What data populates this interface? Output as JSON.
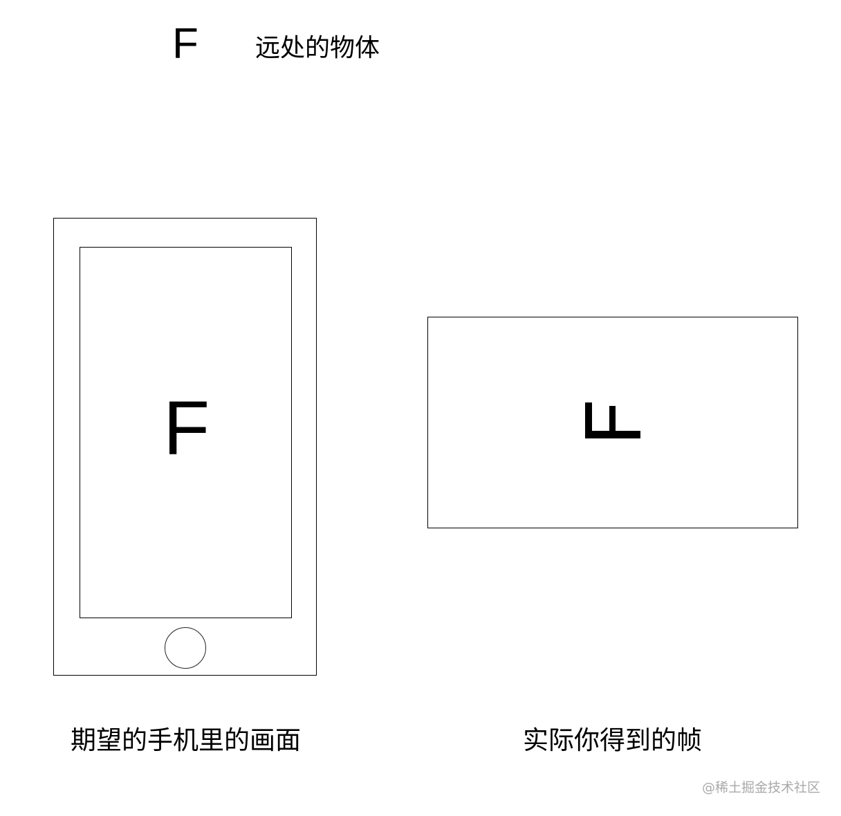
{
  "object": {
    "letter": "F",
    "label": "远处的物体"
  },
  "phone": {
    "screen_letter": "F",
    "caption": "期望的手机里的画面"
  },
  "frame": {
    "letter": "F",
    "letter_orientation": "rotated 90° clockwise",
    "caption": "实际你得到的帧"
  },
  "watermark": "@稀土掘金技术社区",
  "colors": {
    "background": "#ffffff",
    "stroke": "#000000",
    "watermark": "#a9a9a9"
  }
}
